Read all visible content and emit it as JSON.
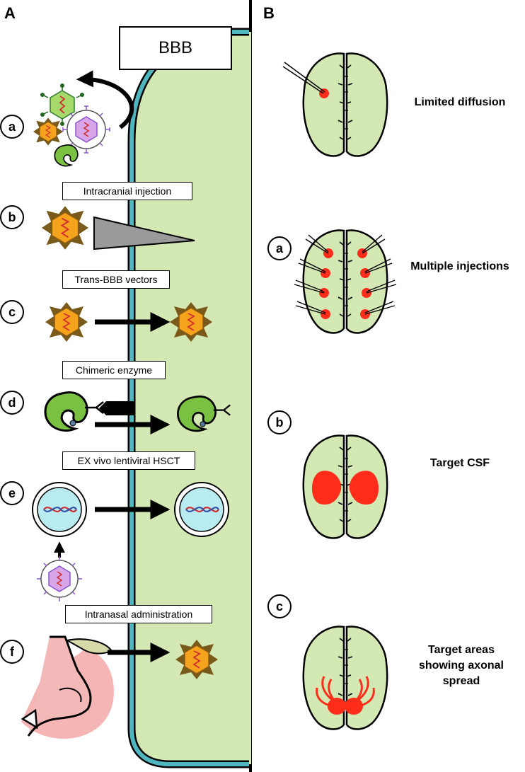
{
  "panels": {
    "a": "A",
    "b": "B"
  },
  "bbb_label": "BBB",
  "left_steps": [
    {
      "letter": "a",
      "label": ""
    },
    {
      "letter": "b",
      "label": "Intracranial injection"
    },
    {
      "letter": "c",
      "label": "Trans-BBB vectors"
    },
    {
      "letter": "d",
      "label": "Chimeric enzyme"
    },
    {
      "letter": "e",
      "label": "EX vivo lentiviral HSCT"
    },
    {
      "letter": "f",
      "label": "Intranasal administration"
    }
  ],
  "right_steps": [
    {
      "letter": "",
      "label": "Limited diffusion"
    },
    {
      "letter": "a",
      "label": "Multiple injections"
    },
    {
      "letter": "b",
      "label": "Target CSF"
    },
    {
      "letter": "c",
      "label_lines": [
        "Target",
        "areas",
        "showing axonal",
        "spread"
      ]
    }
  ],
  "colors": {
    "cell": "#d4e8b4",
    "membrane": "#4fb6c0",
    "virus_orange": "#f5a31c",
    "virus_pink": "#d8a6e8",
    "enzyme_green": "#7ac142",
    "stem_cell": "#b8ecf0",
    "highlight_red": "#ff2d1a",
    "nose_pink": "#f5b5b5"
  },
  "icons": [
    "virus-icon",
    "aav-icon",
    "lentivirus-icon",
    "enzyme-icon",
    "stem-cell-icon",
    "nose-icon",
    "brain-icon",
    "needle-icon",
    "arrow-icon"
  ]
}
